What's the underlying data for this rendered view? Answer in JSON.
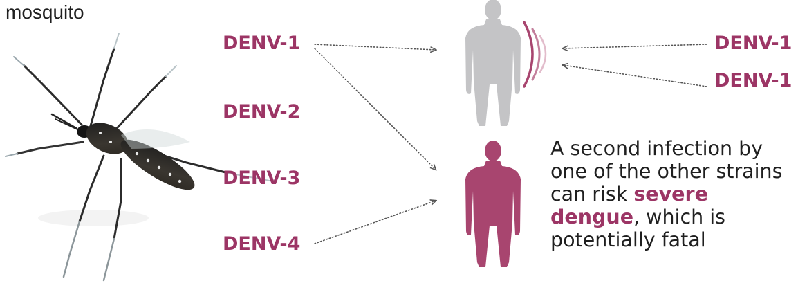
{
  "labels": {
    "mosquito": "mosquito",
    "left_strains": [
      "DENV-1",
      "DENV-2",
      "DENV-3",
      "DENV-4"
    ],
    "right_strains": [
      "DENV-1",
      "DENV-1"
    ],
    "description_pre": "A second infection by one of the other strains can risk ",
    "description_highlight": "severe dengue",
    "description_post": ", which is potentially fatal"
  },
  "colors": {
    "accent": "#9c3565",
    "figure_grey": "#c4c4c6",
    "figure_accent": "#a8456f",
    "text": "#1f1f1f",
    "arrow": "#555555"
  },
  "icons": [
    "mosquito-image",
    "immune-person-icon",
    "infected-person-icon",
    "immunity-arcs-icon"
  ]
}
